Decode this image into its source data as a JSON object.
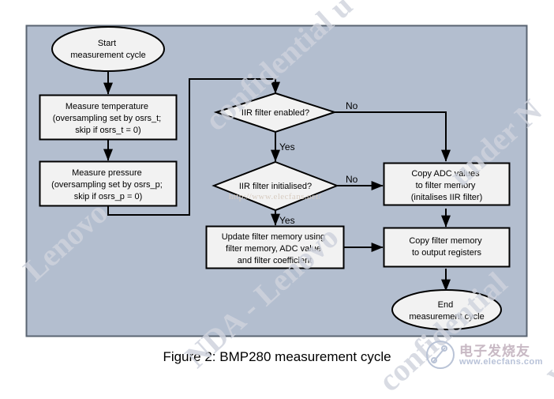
{
  "figure": {
    "caption": "Figure 2: BMP280 measurement cycle",
    "panel_bg": "#b3becf",
    "panel_border": "#555f6e",
    "node_fill": "#f2f2f2",
    "node_stroke": "#000000"
  },
  "nodes": {
    "start": {
      "shape": "ellipse",
      "lines": [
        "Start",
        "measurement cycle"
      ]
    },
    "measure_temp": {
      "shape": "process",
      "lines": [
        "Measure temperature",
        "(oversampling set by osrs_t;",
        "skip if osrs_t = 0)"
      ]
    },
    "measure_press": {
      "shape": "process",
      "lines": [
        "Measure pressure",
        "(oversampling set by osrs_p;",
        "skip if osrs_p = 0)"
      ]
    },
    "iir_enabled": {
      "shape": "decision",
      "lines": [
        "IIR filter enabled?"
      ]
    },
    "iir_initialised": {
      "shape": "decision",
      "lines": [
        "IIR filter initialised?"
      ]
    },
    "update_filter": {
      "shape": "process",
      "lines": [
        "Update filter memory using",
        "filter memory, ADC value",
        "and filter coefficient"
      ]
    },
    "copy_adc": {
      "shape": "process",
      "lines": [
        "Copy ADC values",
        "to filter memory",
        "(initalises IIR filter)"
      ]
    },
    "copy_filter": {
      "shape": "process",
      "lines": [
        "Copy filter memory",
        "to output registers"
      ]
    },
    "end": {
      "shape": "ellipse",
      "lines": [
        "End",
        "measurement cycle"
      ]
    }
  },
  "edge_labels": {
    "enabled_no": "No",
    "enabled_yes": "Yes",
    "init_no": "No",
    "init_yes": "Yes"
  },
  "watermarks": {
    "a": "Lenovo",
    "b": "NDA - Lenovo",
    "c": "confidential u",
    "d": "confidential",
    "e": "under N",
    "f": "vo",
    "url": "http://www.elecfans.net/"
  },
  "logo": {
    "brand_cn": "电子发烧友",
    "brand_url": "www.elecfans.com",
    "icon": "elecfans-circle-logo"
  }
}
